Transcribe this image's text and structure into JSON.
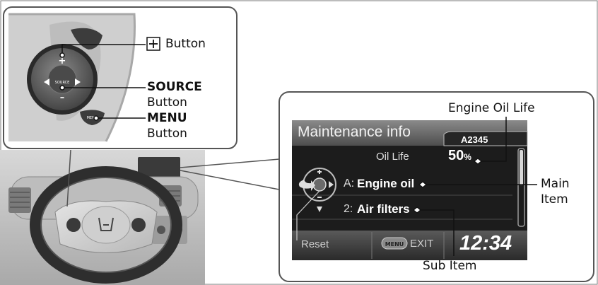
{
  "callouts": {
    "plus_button": {
      "name": "+",
      "word": "Button"
    },
    "source_button": {
      "name": "SOURCE",
      "word": "Button"
    },
    "menu_button": {
      "name": "MENU",
      "word": "Button"
    },
    "engine_oil_life": "Engine Oil Life",
    "main_item": [
      "Main",
      "Item"
    ],
    "sub_item": "Sub Item"
  },
  "steering_pad": {
    "plus": "+",
    "minus": "–",
    "source": "SOURCE",
    "menu": "MENU"
  },
  "display": {
    "title": "Maintenance info",
    "code": "A2345",
    "oil_life_label": "Oil Life",
    "oil_life_value": "50",
    "oil_life_unit": "%",
    "main_item_code": "A:",
    "main_item_label": "Engine oil",
    "sub_item_code": "2:",
    "sub_item_label": "Air filters",
    "reset": "Reset",
    "menu_badge": "MENU",
    "exit": "EXIT",
    "clock": "12:34"
  },
  "colors": {
    "panel_border": "#555555",
    "lcd_bg": "#1a1a1a",
    "lcd_header": "#6b6b6b",
    "text": "#111111"
  }
}
